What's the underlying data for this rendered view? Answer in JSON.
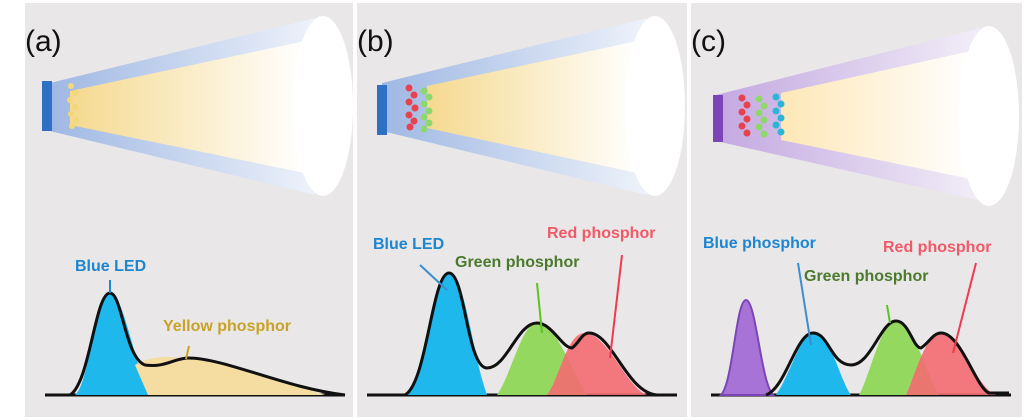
{
  "panels": [
    {
      "label": "(a)",
      "source_color": "#2f6fc4",
      "beam_color": "#a9c1e6",
      "phosphor_dots": [
        "#f3d77a"
      ],
      "spectrum_labels": [
        {
          "text": "Blue LED",
          "color": "#1d86d0"
        },
        {
          "text": "Yellow phosphor",
          "color": "#c9a227"
        }
      ]
    },
    {
      "label": "(b)",
      "source_color": "#2f6fc4",
      "beam_color": "#a9c1e6",
      "phosphor_dots": [
        "#e8414f",
        "#8ed86b"
      ],
      "spectrum_labels": [
        {
          "text": "Blue LED",
          "color": "#1d86d0"
        },
        {
          "text": "Green phosphor",
          "color": "#4b7a2c"
        },
        {
          "text": "Red phosphor",
          "color": "#f05a68"
        }
      ]
    },
    {
      "label": "(c)",
      "source_color": "#7b45b8",
      "beam_color": "#c9b2e0",
      "phosphor_dots": [
        "#e8414f",
        "#8ed86b",
        "#2bb6d8"
      ],
      "spectrum_labels": [
        {
          "text": "Blue phosphor",
          "color": "#1d86d0"
        },
        {
          "text": "Green phosphor",
          "color": "#4b7a2c"
        },
        {
          "text": "Red phosphor",
          "color": "#f05a68"
        }
      ]
    }
  ]
}
